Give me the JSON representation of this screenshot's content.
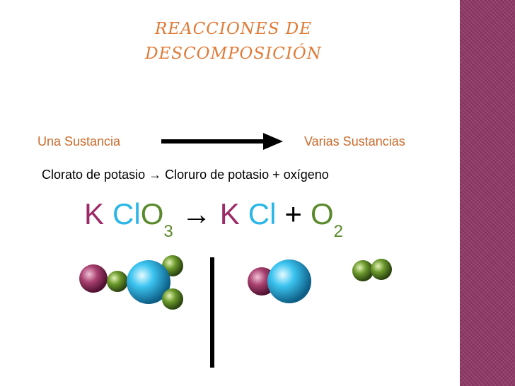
{
  "slide": {
    "title_line1": "REACCIONES  DE",
    "title_line2": "DESCOMPOSICIÓN",
    "left_label": "Una Sustancia",
    "right_label": "Varias Sustancias",
    "word_equation": "Clorato de potasio → Cloruro de potasio + oxígeno",
    "formula": {
      "k1": "K",
      "cl1": "Cl",
      "o1": "O",
      "sub1": "3",
      "arrow": "→",
      "k2": "K",
      "cl2": "Cl",
      "plus": "+",
      "o2": "O",
      "sub2": "2"
    }
  },
  "colors": {
    "accent_bar": "#8f3565",
    "title": "#e07a35",
    "label": "#c96a2a",
    "potassium": "#9b2a67",
    "chlorine": "#2ab6e6",
    "oxygen": "#5a8a2c"
  }
}
